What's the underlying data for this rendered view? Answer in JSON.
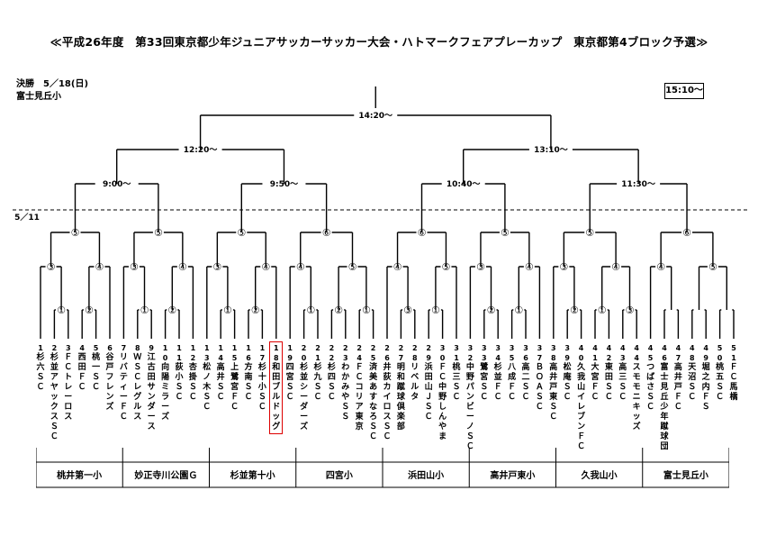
{
  "title": "≪平成26年度　第33回東京都少年ジュニアサッカーサッカー大会・ハトマークフェアプレーカップ　東京都第4ブロック予選≫",
  "final_info": {
    "date_label": "決勝　5／18(日)",
    "venue": "富士見丘小",
    "final_time": "15:10〜"
  },
  "date_divider": "5／11",
  "times": {
    "final_round": "14:20〜",
    "semi_left": "12:20〜",
    "semi_right": "13:10〜",
    "qf": [
      "9:00〜",
      "9:50〜",
      "10:40〜",
      "11:30〜"
    ]
  },
  "round_numbers": {
    "r16": [
      "⑤",
      "⑤",
      "⑤",
      "⑥",
      "⑥",
      "⑤",
      "⑤",
      "⑥"
    ],
    "r32": [
      "③",
      "④",
      "③",
      "④",
      "③",
      "④",
      "④",
      "⑤",
      "④",
      "⑤",
      "③",
      "④",
      "③",
      "④",
      "④",
      "⑤"
    ],
    "first": [
      "①",
      "②",
      "①",
      "②",
      "①",
      "②",
      "①",
      "②",
      "①",
      "③",
      "①",
      "②",
      "①",
      "②",
      "①",
      "③"
    ]
  },
  "teams": [
    {
      "n": "1",
      "name": "杉六ＳＣ"
    },
    {
      "n": "2",
      "name": "杉並アヤックスＳＣ"
    },
    {
      "n": "3",
      "name": "ＦＣトレーロス"
    },
    {
      "n": "4",
      "name": "西田ＦＣ"
    },
    {
      "n": "5",
      "name": "桃一ＳＣ"
    },
    {
      "n": "6",
      "name": "谷戸フレンズ"
    },
    {
      "n": "7",
      "name": "リバティーＦＣ"
    },
    {
      "n": "8",
      "name": "ＷＳＣレグルス"
    },
    {
      "n": "9",
      "name": "江古田サンダース"
    },
    {
      "n": "10",
      "name": "向陽ミラーズ"
    },
    {
      "n": "11",
      "name": "荻小ＳＣ"
    },
    {
      "n": "12",
      "name": "杏掛ＳＣ"
    },
    {
      "n": "13",
      "name": "松ノ木ＳＣ"
    },
    {
      "n": "14",
      "name": "高井ＳＣ"
    },
    {
      "n": "15",
      "name": "上鷺宮ＦＣ"
    },
    {
      "n": "16",
      "name": "方南ＳＣ"
    },
    {
      "n": "17",
      "name": "杉十小ＳＣ"
    },
    {
      "n": "18",
      "name": "和田ブルドッグ"
    },
    {
      "n": "19",
      "name": "四宮ＳＣ"
    },
    {
      "n": "20",
      "name": "杉並シーダーズ"
    },
    {
      "n": "21",
      "name": "杉九ＳＣ"
    },
    {
      "n": "22",
      "name": "杉四ＳＣ"
    },
    {
      "n": "23",
      "name": "わかみやＳＳ"
    },
    {
      "n": "24",
      "name": "ＦＣコリア東京"
    },
    {
      "n": "25",
      "name": "済美あすなろＳＣ"
    },
    {
      "n": "26",
      "name": "井荻カイロスＳＣ"
    },
    {
      "n": "27",
      "name": "明和蹴球倶楽部"
    },
    {
      "n": "28",
      "name": "リベルタ"
    },
    {
      "n": "29",
      "name": "浜田山ＪＳＣ"
    },
    {
      "n": "30",
      "name": "ＦＣ中野しんやま"
    },
    {
      "n": "31",
      "name": "桃三ＳＣ"
    },
    {
      "n": "32",
      "name": "中野パンビーノＳＣ"
    },
    {
      "n": "33",
      "name": "鷺宮ＳＣ"
    },
    {
      "n": "34",
      "name": "杉並ＦＣ"
    },
    {
      "n": "35",
      "name": "八成ＦＣ"
    },
    {
      "n": "36",
      "name": "高二ＳＣ"
    },
    {
      "n": "37",
      "name": "ＢＯＡＳＣ"
    },
    {
      "n": "38",
      "name": "高井戸東ＳＣ"
    },
    {
      "n": "39",
      "name": "松庵ＳＣ"
    },
    {
      "n": "40",
      "name": "久我山イレブンＦＣ"
    },
    {
      "n": "41",
      "name": "大宮ＦＣ"
    },
    {
      "n": "42",
      "name": "東田ＳＣ"
    },
    {
      "n": "43",
      "name": "高三ＳＣ"
    },
    {
      "n": "44",
      "name": "スモモニキッズ"
    },
    {
      "n": "45",
      "name": "つばさＳＣ"
    },
    {
      "n": "46",
      "name": "富士見丘少年蹴球団"
    },
    {
      "n": "47",
      "name": "高井戸ＦＣ"
    },
    {
      "n": "48",
      "name": "天沼ＳＣ"
    },
    {
      "n": "49",
      "name": "堀之内ＦＳ"
    },
    {
      "n": "50",
      "name": "桃五ＳＣ"
    },
    {
      "n": "51",
      "name": "ＦＣ馬橋"
    }
  ],
  "venues": [
    "桃井第一小",
    "妙正寺川公園Ｇ",
    "杉並第十小",
    "四宮小",
    "浜田山小",
    "高井戸東小",
    "久我山小",
    "富士見丘小"
  ]
}
